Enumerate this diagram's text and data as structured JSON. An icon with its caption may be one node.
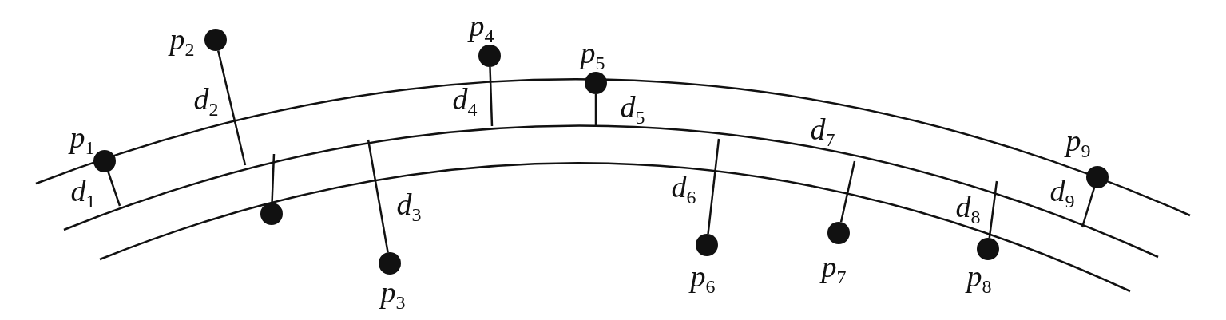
{
  "diagram": {
    "nodes": [
      {
        "text": [
          "*p*$_{1}$"
        ]
      },
      {
        "text": [
          "*p*$_{2}$"
        ]
      },
      {
        "text": [],
        "shape": "circle"
      },
      {
        "text": [
          "*p*$_{3}$"
        ]
      },
      {
        "text": [
          "*p*$_{4}$"
        ]
      },
      {
        "text": [
          "*p*$_{5}$"
        ]
      },
      {
        "text": [
          "*p*$_{6}$"
        ]
      },
      {
        "text": [
          "*p*$_{7}$"
        ]
      },
      {
        "text": [
          "*p*$_{8}$"
        ]
      },
      {
        "text": [
          "*p*$_{9}$"
        ]
      }
    ],
    "labels": [
      "*d*$_{1}$",
      "*d*$_{2}$",
      "*d*$_{3}$",
      "*d*$_{4}$",
      "*d*$_{5}$",
      "*d*$_{6}$",
      "*d*$_{7}$",
      "*d*$_{8}$",
      "*d*$_{9}$"
    ]
  }
}
